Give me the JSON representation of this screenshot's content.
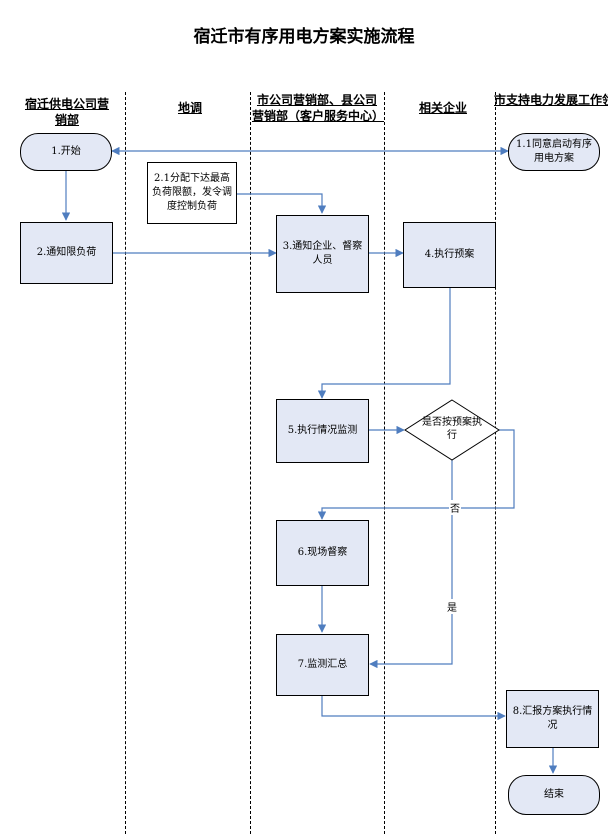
{
  "title": "宿迁市有序用电方案实施流程",
  "lanes": [
    {
      "id": "lane-suqian-power",
      "label": "宿迁供电公司营销部"
    },
    {
      "id": "lane-dispatch",
      "label": "地调"
    },
    {
      "id": "lane-city-marketing",
      "label": "市公司营销部、县公司营销部（客户服务中心）"
    },
    {
      "id": "lane-enterprise",
      "label": "相关企业"
    },
    {
      "id": "lane-city-office",
      "label": "市支持电力发展工作领导小组办公室"
    }
  ],
  "nodes": {
    "start": "1.开始",
    "n1_1": "1.1同意启动有序用电方案",
    "n2_1": "2.1分配下达最高负荷限额，发令调度控制负荷",
    "n2": "2.通知限负荷",
    "n3": "3.通知企业、督察人员",
    "n4": "4.执行预案",
    "n5": "5.执行情况监测",
    "decision": "是否按预案执行",
    "n6": "6.现场督察",
    "n7": "7.监测汇总",
    "n8": "8.汇报方案执行情况",
    "end": "结束"
  },
  "edge_labels": {
    "no": "否",
    "yes": "是"
  },
  "colors": {
    "node_fill": "#e3e8f5",
    "arrow": "#4f7dbf"
  }
}
